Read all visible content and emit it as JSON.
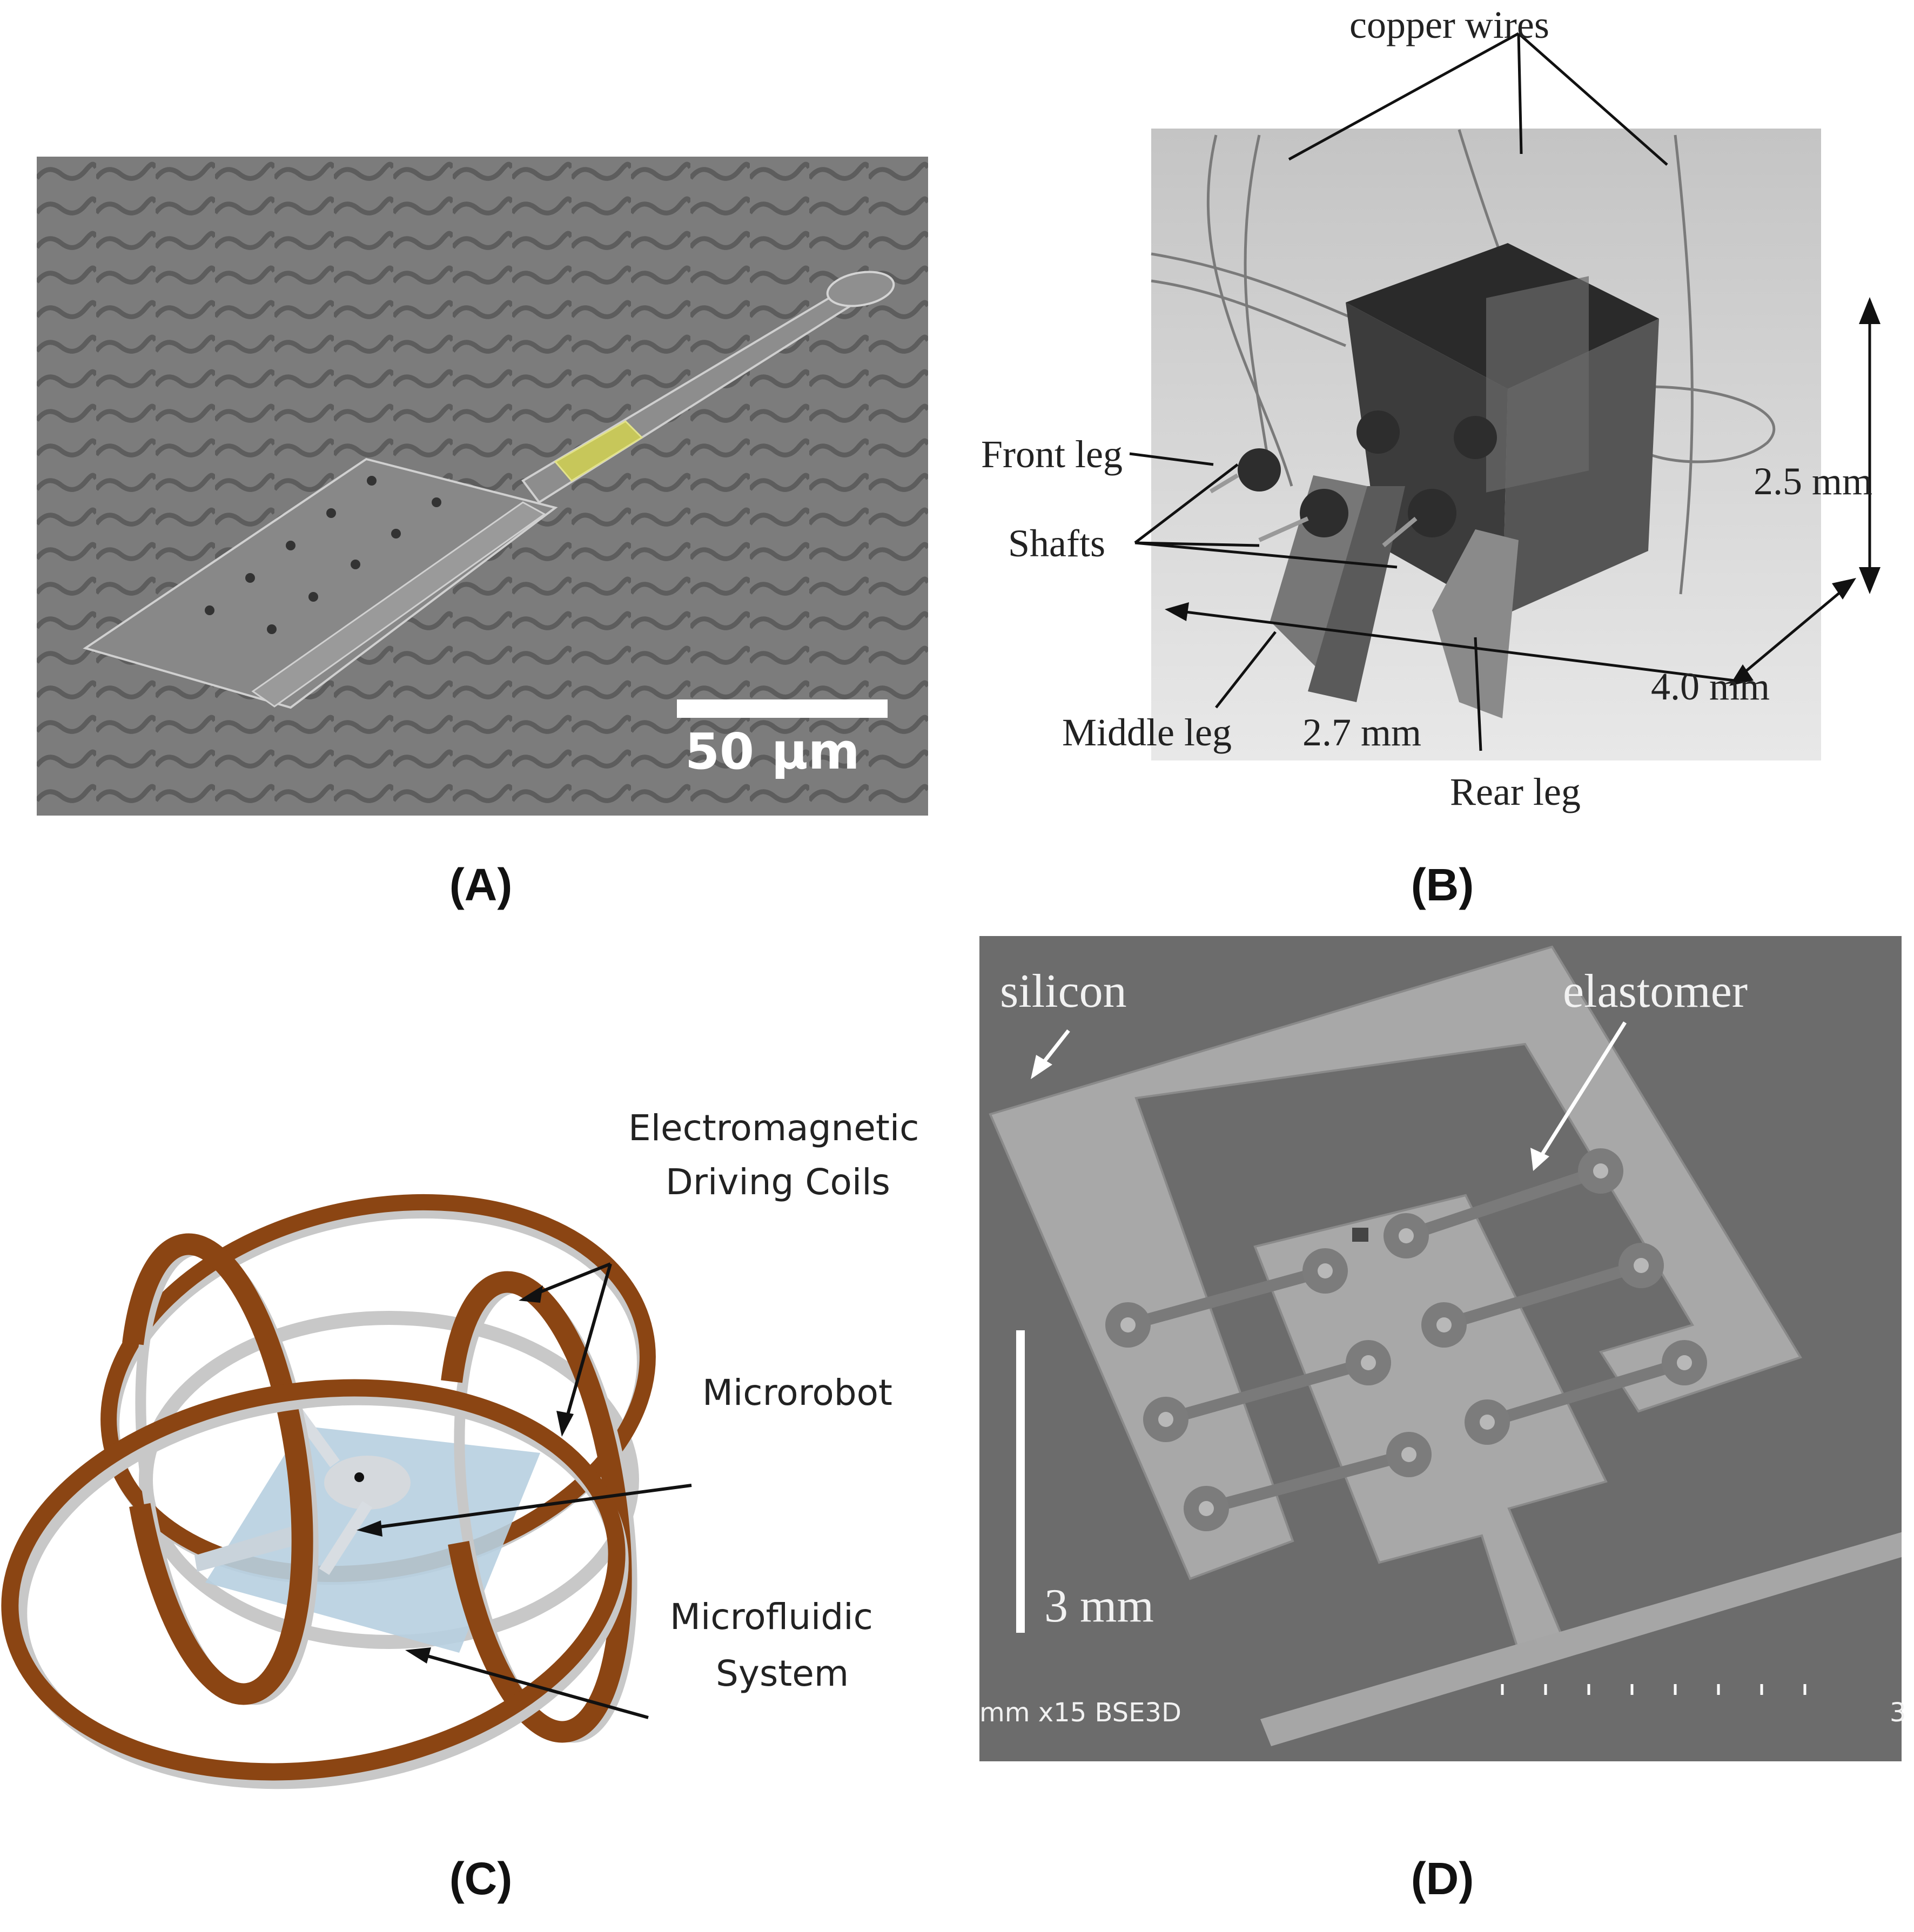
{
  "figure": {
    "panels": [
      {
        "id": "A",
        "caption": "(A)",
        "scale_bar_label": "50 µm",
        "colors": {
          "background": "#7b7b7b",
          "pattern": "#5f5f5f",
          "device": "#8a8a8a",
          "edge": "#cfcfcf",
          "highlight": "#c8c85a"
        }
      },
      {
        "id": "B",
        "caption": "(B)",
        "labels": {
          "copper_wires": "copper wires",
          "front_leg": "Front leg",
          "shafts": "Shafts",
          "middle_leg": "Middle leg",
          "rear_leg": "Rear leg",
          "height": "2.5 mm",
          "depth": "4.0 mm",
          "width": "2.7 mm"
        }
      },
      {
        "id": "C",
        "caption": "(C)",
        "labels": {
          "coils_line1": "Electromagnetic",
          "coils_line2": "Driving Coils",
          "microrobot": "Microrobot",
          "microfluidic_line1": "Microfluidic",
          "microfluidic_line2": "System"
        },
        "colors": {
          "coil": "#8b4513",
          "coil_dark": "#5a2a0c",
          "frame": "#c8c8c8",
          "chip": "#b7cfe0"
        }
      },
      {
        "id": "D",
        "caption": "(D)",
        "labels": {
          "silicon": "silicon",
          "elastomer": "elastomer",
          "scale": "3 mm",
          "sem_info": "mm x15 BSE3D",
          "sem_edge": "3"
        },
        "colors": {
          "background": "#6e6e6e",
          "silicon": "#a9a9a9",
          "elastomer": "#7c7c7c"
        }
      }
    ]
  }
}
